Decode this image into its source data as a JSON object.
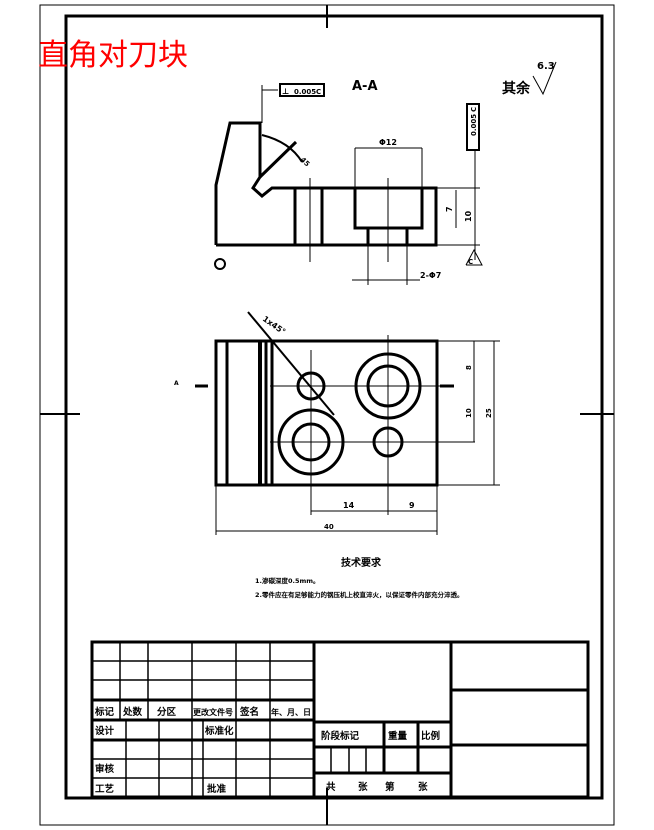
{
  "title": "直角对刀块",
  "title_color": "#ff0000",
  "section_label": "A-A",
  "roughness": {
    "label": "其余",
    "value": "6.3"
  },
  "tolerances": {
    "perpendicularity": "0.005",
    "parallelism": "0.005",
    "datum": "C",
    "datum_bottom": "C"
  },
  "dims": {
    "d12": "Φ12",
    "h7": "7",
    "h10": "10",
    "holes": "2-Φ7",
    "v8": "8",
    "v10": "10",
    "v26": "25",
    "h14": "14",
    "h9": "9",
    "w40": "40",
    "chamfer": "1x45°",
    "section_mark": "A",
    "angle": "45"
  },
  "tech": {
    "heading": "技术要求",
    "items": [
      "1.渗碳深度0.5mm。",
      "2.零件应在有足够能力的钢压机上校直淬火，以保证零件内部充分淬透。"
    ]
  },
  "titleblock": {
    "row_headers": [
      "标记",
      "处数",
      "分区",
      "更改文件号",
      "签名",
      "年、月、日"
    ],
    "design": "设计",
    "standard": "标准化",
    "review": "审核",
    "process": "工艺",
    "approve": "批准",
    "stage": "阶段标记",
    "weight": "重量",
    "scale": "比例",
    "sheets": [
      "共",
      "张",
      "第",
      "张"
    ]
  }
}
